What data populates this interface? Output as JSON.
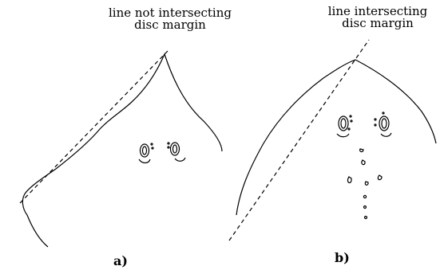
{
  "panels": [
    {
      "id": "a",
      "caption_line1": "line not intersecting",
      "caption_line2": "disc margin",
      "label": "a)"
    },
    {
      "id": "b",
      "caption_line1": "line intersecting",
      "caption_line2": "disc margin",
      "label": "b)"
    }
  ],
  "colors": {
    "stroke": "#000000",
    "background": "#ffffff"
  }
}
